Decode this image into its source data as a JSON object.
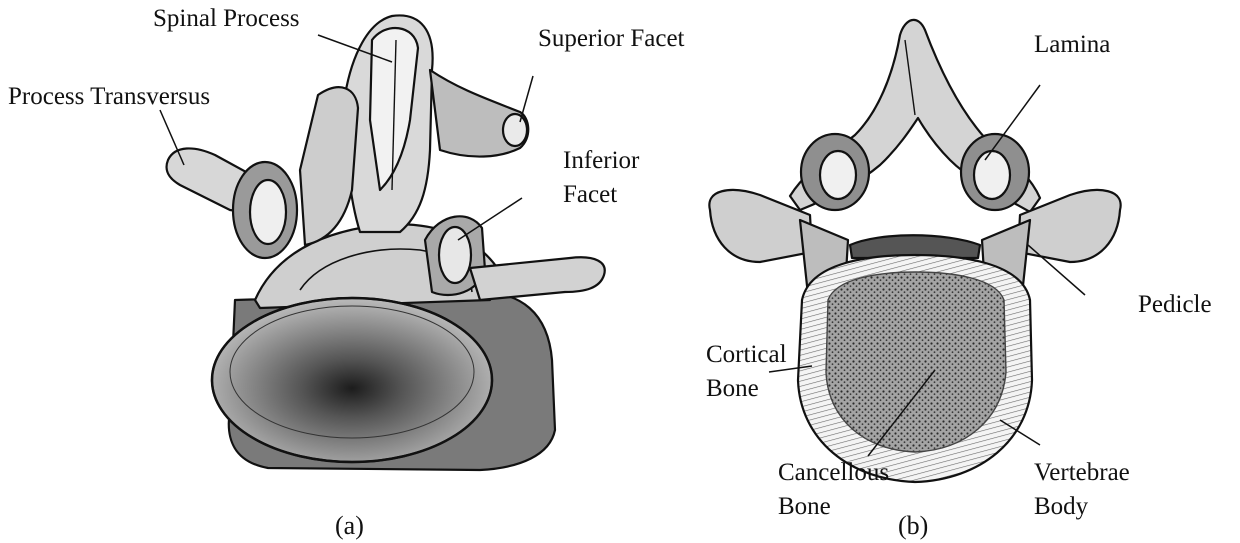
{
  "panel_a": {
    "caption": "(a)",
    "labels": {
      "spinal_process": "Spinal Process",
      "superior_facet": "Superior Facet",
      "process_transversus": "Process Transversus",
      "inferior_facet_line1": "Inferior",
      "inferior_facet_line2": "Facet"
    }
  },
  "panel_b": {
    "caption": "(b)",
    "labels": {
      "lamina": "Lamina",
      "pedicle": "Pedicle",
      "cortical_bone_line1": "Cortical",
      "cortical_bone_line2": "Bone",
      "cancellous_bone_line1": "Cancellous",
      "cancellous_bone_line2": "Bone",
      "vertebrae_body_line1": "Vertebrae",
      "vertebrae_body_line2": "Body"
    }
  },
  "colors": {
    "background": "#ffffff",
    "ink": "#111111",
    "bone_light": "#efefef",
    "bone_shade": "#8a8a8a",
    "cortical": "#e6e6e6",
    "cancellous": "#9a9a9a"
  }
}
